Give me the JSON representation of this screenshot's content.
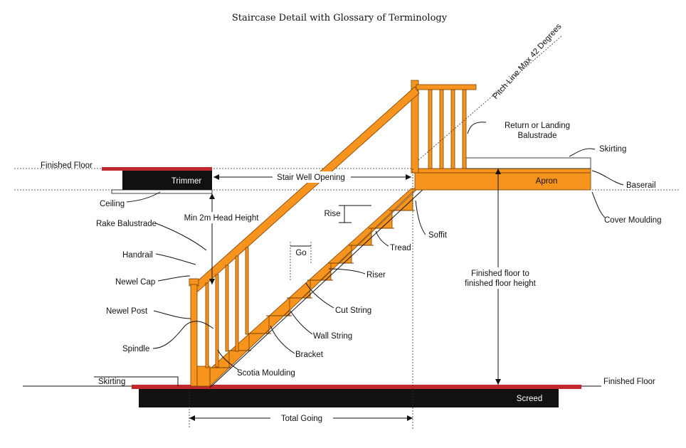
{
  "title": "Staircase Detail with Glossary of Terminology",
  "colors": {
    "timber": "#f7941d",
    "timber_dark": "#c8650a",
    "finish_red": "#c1272d",
    "block": "#111111",
    "line": "#111111"
  },
  "labels": {
    "pitch_line": "Pitch Line Max 42 Degrees",
    "return_balustrade_1": "Return or Landing",
    "return_balustrade_2": "Balustrade",
    "skirting_top": "Skirting",
    "finished_floor_top": "Finished Floor",
    "trimmer": "Trimmer",
    "stair_well_opening": "Stair Well Opening",
    "apron": "Apron",
    "baserail": "Baserail",
    "ceiling": "Ceiling",
    "head_height": "Min 2m Head Height",
    "rise": "Rise",
    "cover_moulding": "Cover Moulding",
    "rake_balustrade": "Rake Balustrade",
    "soffit": "Soffit",
    "go": "Go",
    "tread": "Tread",
    "handrail": "Handrail",
    "riser": "Riser",
    "newel_cap": "Newel Cap",
    "ff_height_1": "Finished floor to",
    "ff_height_2": "finished floor height",
    "newel_post": "Newel Post",
    "cut_string": "Cut String",
    "wall_string": "Wall String",
    "spindle": "Spindle",
    "bracket": "Bracket",
    "scotia_moulding": "Scotia Moulding",
    "skirting_bottom": "Skirting",
    "finished_floor_bottom": "Finished Floor",
    "screed": "Screed",
    "total_going": "Total Going"
  }
}
